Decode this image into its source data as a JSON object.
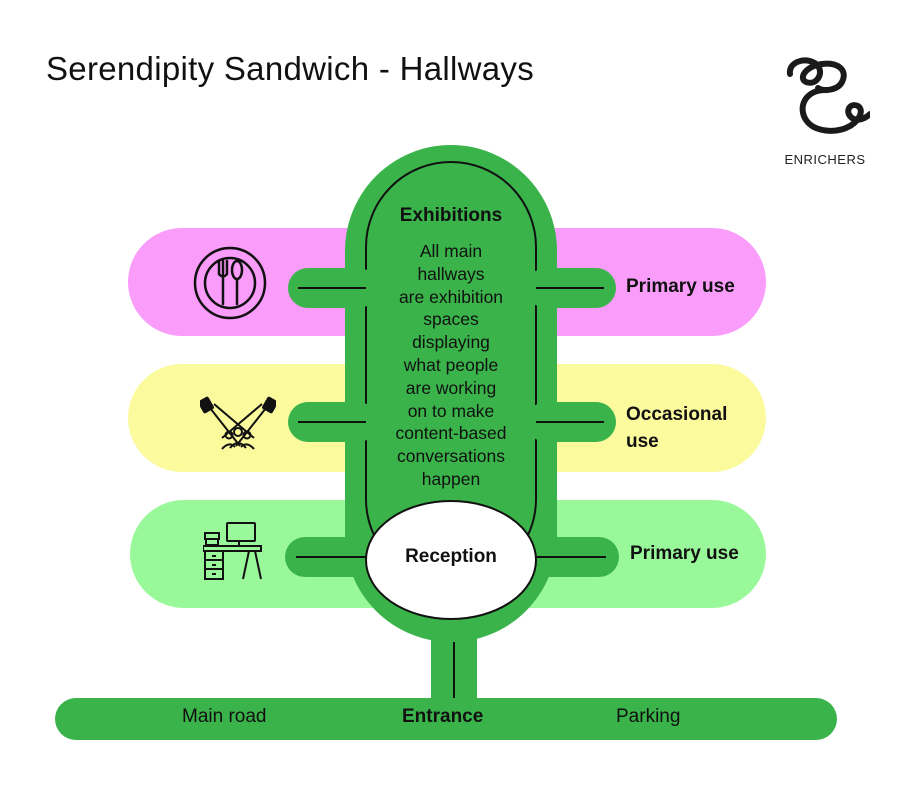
{
  "title": "Serendipity Sandwich - Hallways",
  "logo": {
    "name": "ENRICHERS"
  },
  "center": {
    "heading": "Exhibitions",
    "description_lines": [
      "All main",
      "hallways",
      "are exhibition",
      "spaces",
      "displaying",
      "what people",
      "are working",
      "on to make",
      "content-based",
      "conversations",
      "happen"
    ],
    "reception": "Reception"
  },
  "bands": [
    {
      "icon": "dining-icon",
      "color": "#fa9cfa",
      "label": "Primary use"
    },
    {
      "icon": "spotlight-icon",
      "color": "#fbfa9d",
      "label_lines": [
        "Occasional",
        "use"
      ]
    },
    {
      "icon": "desk-icon",
      "color": "#99f99a",
      "label": "Primary use"
    }
  ],
  "road": {
    "left": "Main road",
    "center": "Entrance",
    "right": "Parking"
  },
  "colors": {
    "green": "#3ab34a",
    "pink": "#fa9cfa",
    "yellow": "#fbfa9d",
    "lightgreen": "#99f99a"
  }
}
